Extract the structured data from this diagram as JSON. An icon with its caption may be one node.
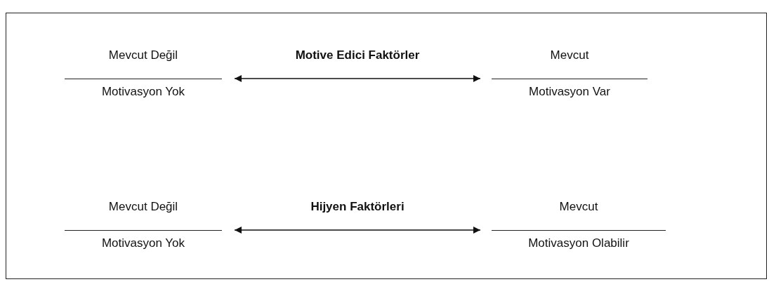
{
  "diagram": {
    "nodes": [
      {
        "text": [
          "Mevcut Değil",
          "Motivasyon Yok"
        ]
      },
      {
        "text": [
          "Mevcut",
          "Motivasyon Var"
        ]
      },
      {
        "text": [
          "Mevcut Değil",
          "Motivasyon Yok"
        ]
      },
      {
        "text": [
          "Mevcut",
          "Motivasyon Olabilir"
        ]
      }
    ],
    "edges": [
      {
        "from": 0,
        "to": 1,
        "arrow": "both",
        "label": "Motive Edici Faktörler"
      },
      {
        "from": 2,
        "to": 3,
        "arrow": "both",
        "label": "Hijyen Faktörleri"
      }
    ]
  }
}
